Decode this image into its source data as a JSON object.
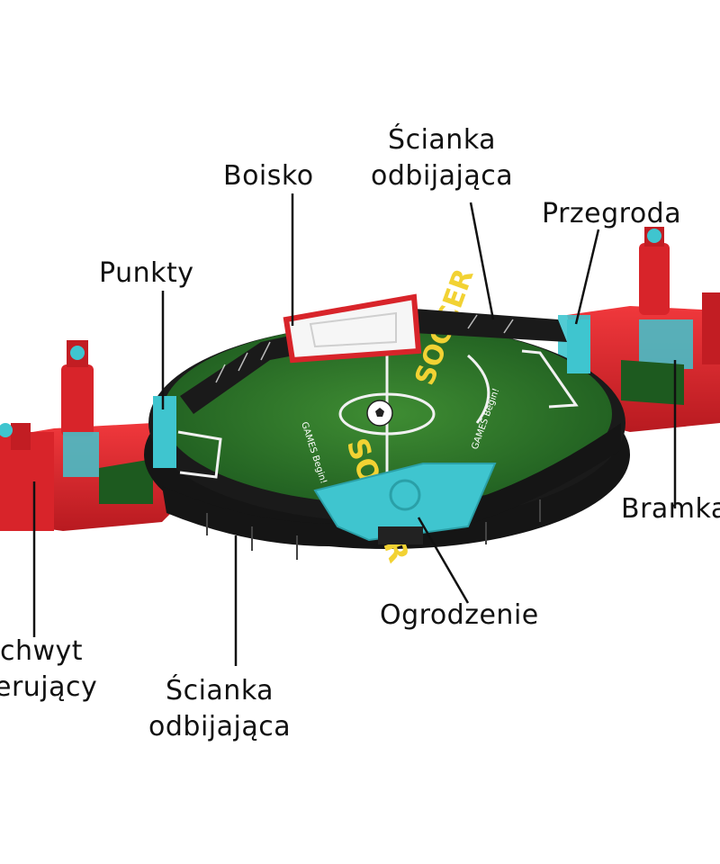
{
  "labels": {
    "boisko": "Boisko",
    "scianka_top_line1": "Ścianka",
    "scianka_top_line2": "odbijająca",
    "przegroda": "Przegroda",
    "punkty": "Punkty",
    "bramka": "Bramka",
    "ogrodzenie": "Ogrodzenie",
    "uchwyt_line1": "chwyt",
    "uchwyt_line2": "erujący",
    "scianka_bottom_line1": "Ścianka",
    "scianka_bottom_line2": "odbijająca"
  },
  "toy_printing": {
    "logo_word": "SOCCER",
    "badge_text": "GAMES Begin!"
  },
  "colors": {
    "field_green": "#2f7a2a",
    "field_dark": "#1d5a1f",
    "frame_red": "#d8242a",
    "accent_cyan": "#3fc5cf",
    "wall_black": "#1a1a1a"
  },
  "icons": [
    "soccer-ball-icon"
  ]
}
